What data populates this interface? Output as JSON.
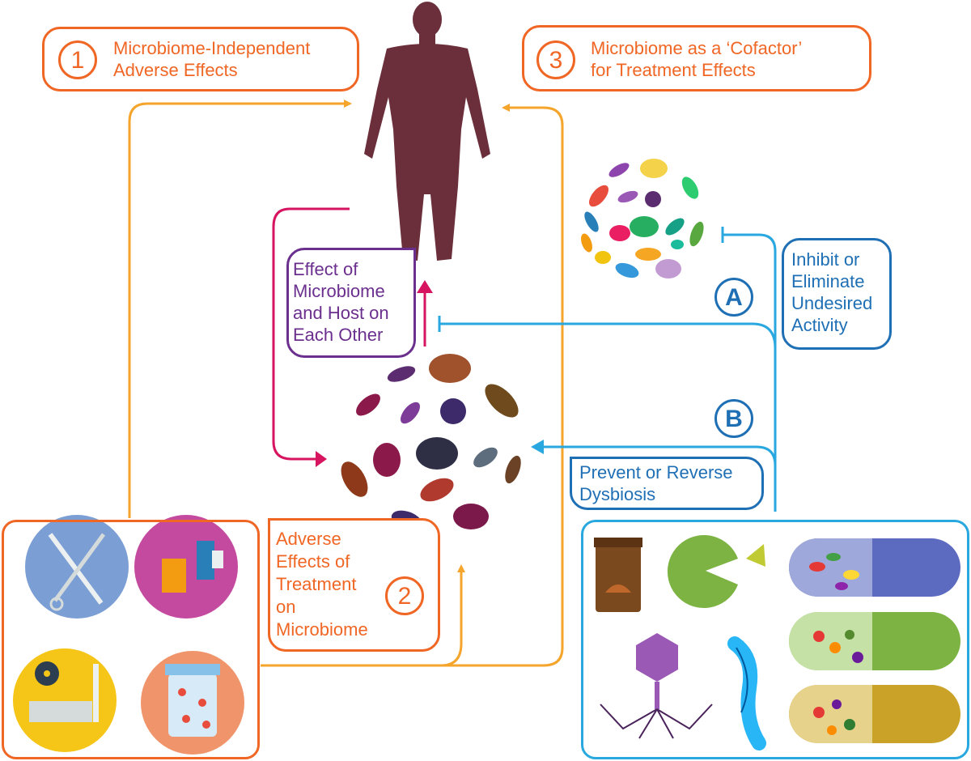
{
  "boxes": {
    "one": {
      "number": "1",
      "line1": "Microbiome-Independent",
      "line2": "Adverse Effects"
    },
    "three": {
      "number": "3",
      "line1": "Microbiome as a ‘Cofactor’",
      "line2": "for Treatment Effects"
    },
    "two": {
      "number": "2",
      "line1": "Adverse",
      "line2": "Effects of",
      "line3": "Treatment",
      "line4": "on",
      "line5": "Microbiome"
    },
    "effect": {
      "line1": "Effect of",
      "line2": "Microbiome",
      "line3": "and Host on",
      "line4": "Each Other"
    },
    "inhibit": {
      "line1": "Inhibit or",
      "line2": "Eliminate",
      "line3": "Undesired",
      "line4": "Activity"
    },
    "prevent": {
      "line1": "Prevent or Reverse",
      "line2": "Dysbiosis"
    }
  },
  "markers": {
    "a": "A",
    "b": "B"
  },
  "colors": {
    "orange": "#f06624",
    "arrow_orange": "#f5a42c",
    "magenta": "#d6145f",
    "purple": "#6b2f8e",
    "blue": "#1f6fb5",
    "light_blue": "#29a8e0",
    "human": "#6a2f3a"
  },
  "icons": {
    "treatments": [
      "surgery-icon",
      "drugs-device-icon",
      "radiation-icon",
      "pill-bottle-icon"
    ],
    "interventions": [
      "stool-jar-icon",
      "pacman-icon",
      "probiotic-capsule-icon",
      "phage-icon",
      "bacterium-dna-icon",
      "diet-capsule-icon",
      "food-capsule-icon"
    ]
  }
}
